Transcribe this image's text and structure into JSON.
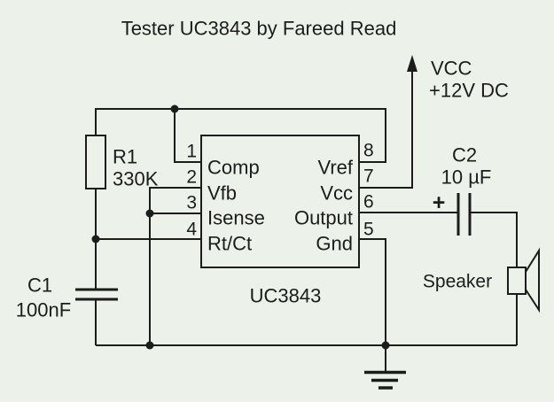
{
  "title": "Tester UC3843 by Fareed Read",
  "power": {
    "label": "VCC",
    "value": "+12V DC"
  },
  "ic": {
    "name": "UC3843",
    "pins_left": [
      {
        "num": "1",
        "label": "Comp"
      },
      {
        "num": "2",
        "label": "Vfb"
      },
      {
        "num": "3",
        "label": "Isense"
      },
      {
        "num": "4",
        "label": "Rt/Ct"
      }
    ],
    "pins_right": [
      {
        "num": "8",
        "label": "Vref"
      },
      {
        "num": "7",
        "label": "Vcc"
      },
      {
        "num": "6",
        "label": "Output"
      },
      {
        "num": "5",
        "label": "Gnd"
      }
    ]
  },
  "components": {
    "r1": {
      "ref": "R1",
      "value": "330K"
    },
    "c1": {
      "ref": "C1",
      "value": "100nF"
    },
    "c2": {
      "ref": "C2",
      "value": "10 µF",
      "polarity": "+"
    },
    "speaker": {
      "label": "Speaker"
    }
  },
  "colors": {
    "background": "#ecf1ea",
    "stroke": "#1c1c1c"
  }
}
